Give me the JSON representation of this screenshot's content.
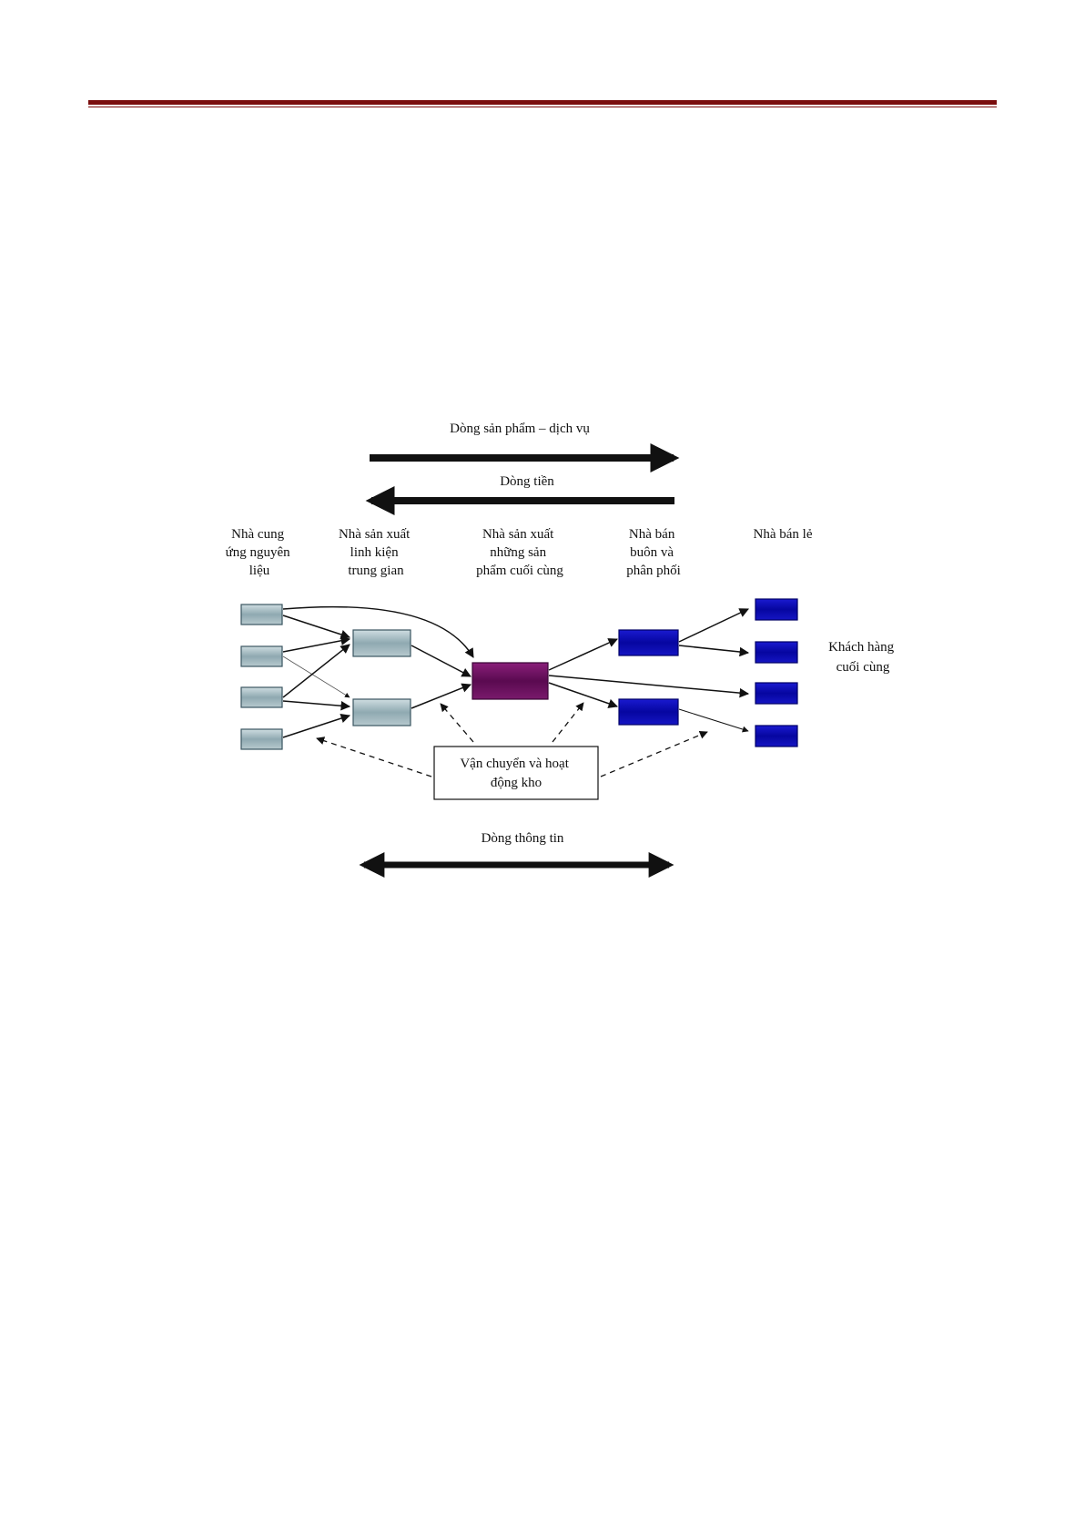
{
  "header": {
    "rule_color": "#7a0d0d"
  },
  "diagram": {
    "flows": {
      "product_service": "Dòng sản phẩm – dịch vụ",
      "money": "Dòng tiền",
      "information": "Dòng thông tin"
    },
    "stages": {
      "raw_material_suppliers": [
        "Nhà cung",
        "ứng nguyên",
        "liệu"
      ],
      "component_manufacturers": [
        "Nhà sản xuất",
        "linh kiện",
        "trung gian"
      ],
      "final_manufacturers": [
        "Nhà sản xuất",
        "những sản",
        "phẩm cuối cùng"
      ],
      "wholesalers_distributors": [
        "Nhà bán",
        "buôn và",
        "phân phối"
      ],
      "retailers": [
        "Nhà bán lẻ"
      ]
    },
    "end_customers": [
      "Khách hàng",
      "cuối cùng"
    ],
    "logistics_box": [
      "Vận chuyển và hoạt",
      "động kho"
    ],
    "colors": {
      "supplier_fill": "#8fa9b1",
      "manufacturer_fill": "#6b0f5e",
      "distributor_fill": "#0a0ab8",
      "retailer_fill": "#0a0ab8"
    }
  }
}
